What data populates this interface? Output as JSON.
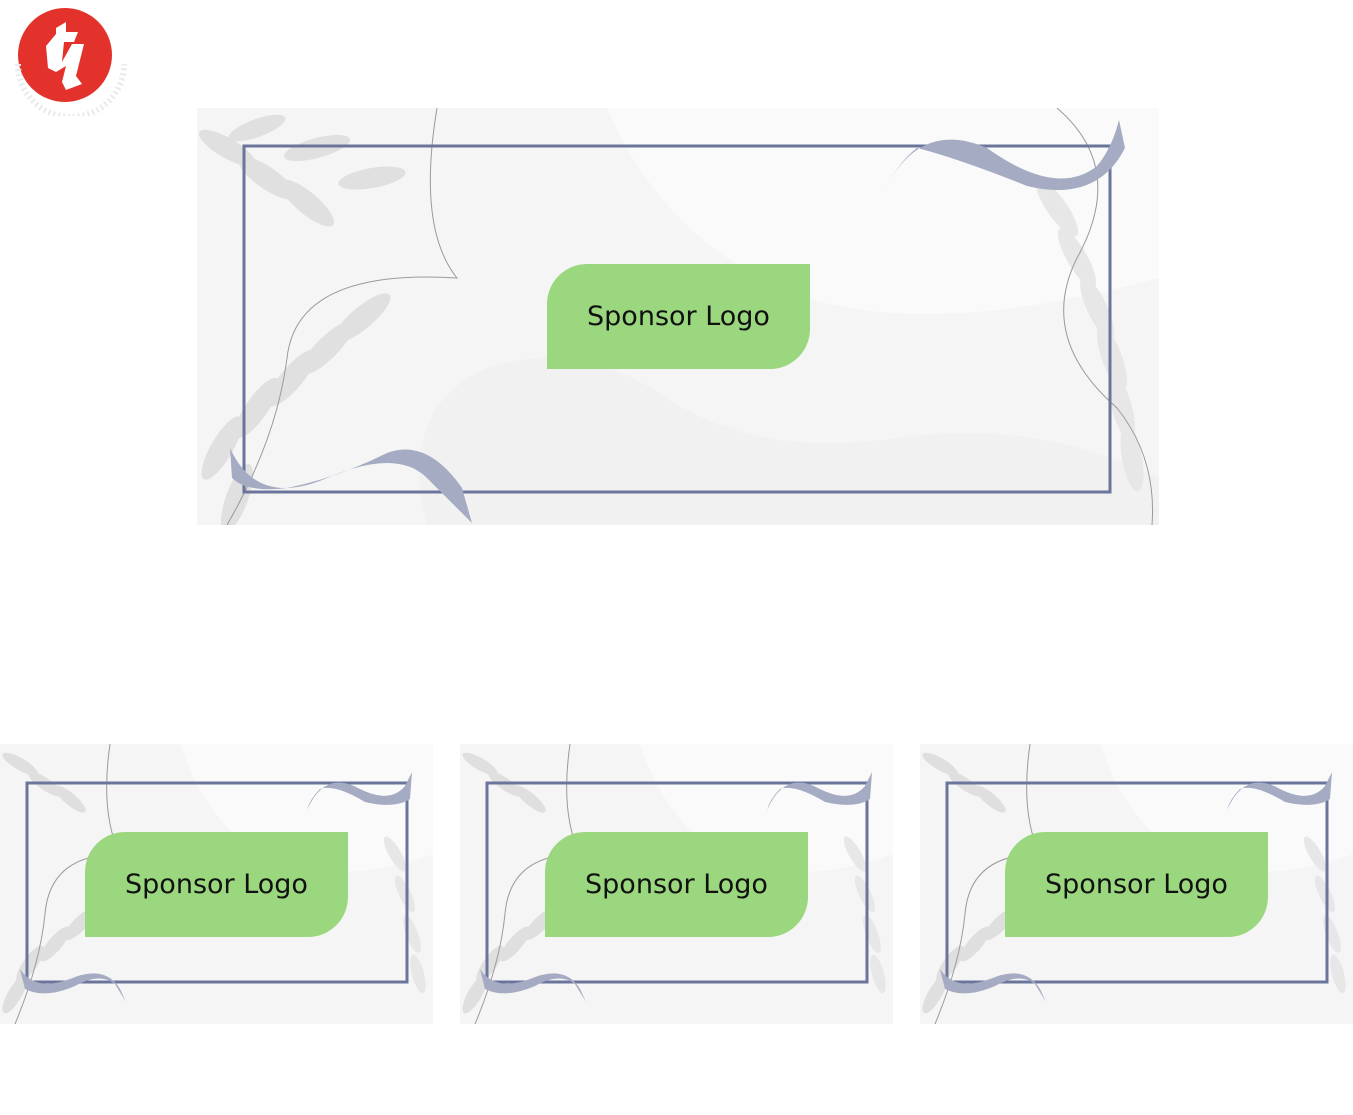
{
  "logo": {
    "glyph": "ty",
    "ring_text": "TECHNO COLLEGE INDIA",
    "color": "#e3322b"
  },
  "cards": [
    {
      "id": "main",
      "label": "Sponsor Logo"
    },
    {
      "id": "small-1",
      "label": "Sponsor Logo"
    },
    {
      "id": "small-2",
      "label": "Sponsor Logo"
    },
    {
      "id": "small-3",
      "label": "Sponsor Logo"
    }
  ],
  "colors": {
    "frame": "#6b759c",
    "ribbon": "#a5abc2",
    "pill": "#9bd77e",
    "leaf": "#d9d9d9"
  }
}
